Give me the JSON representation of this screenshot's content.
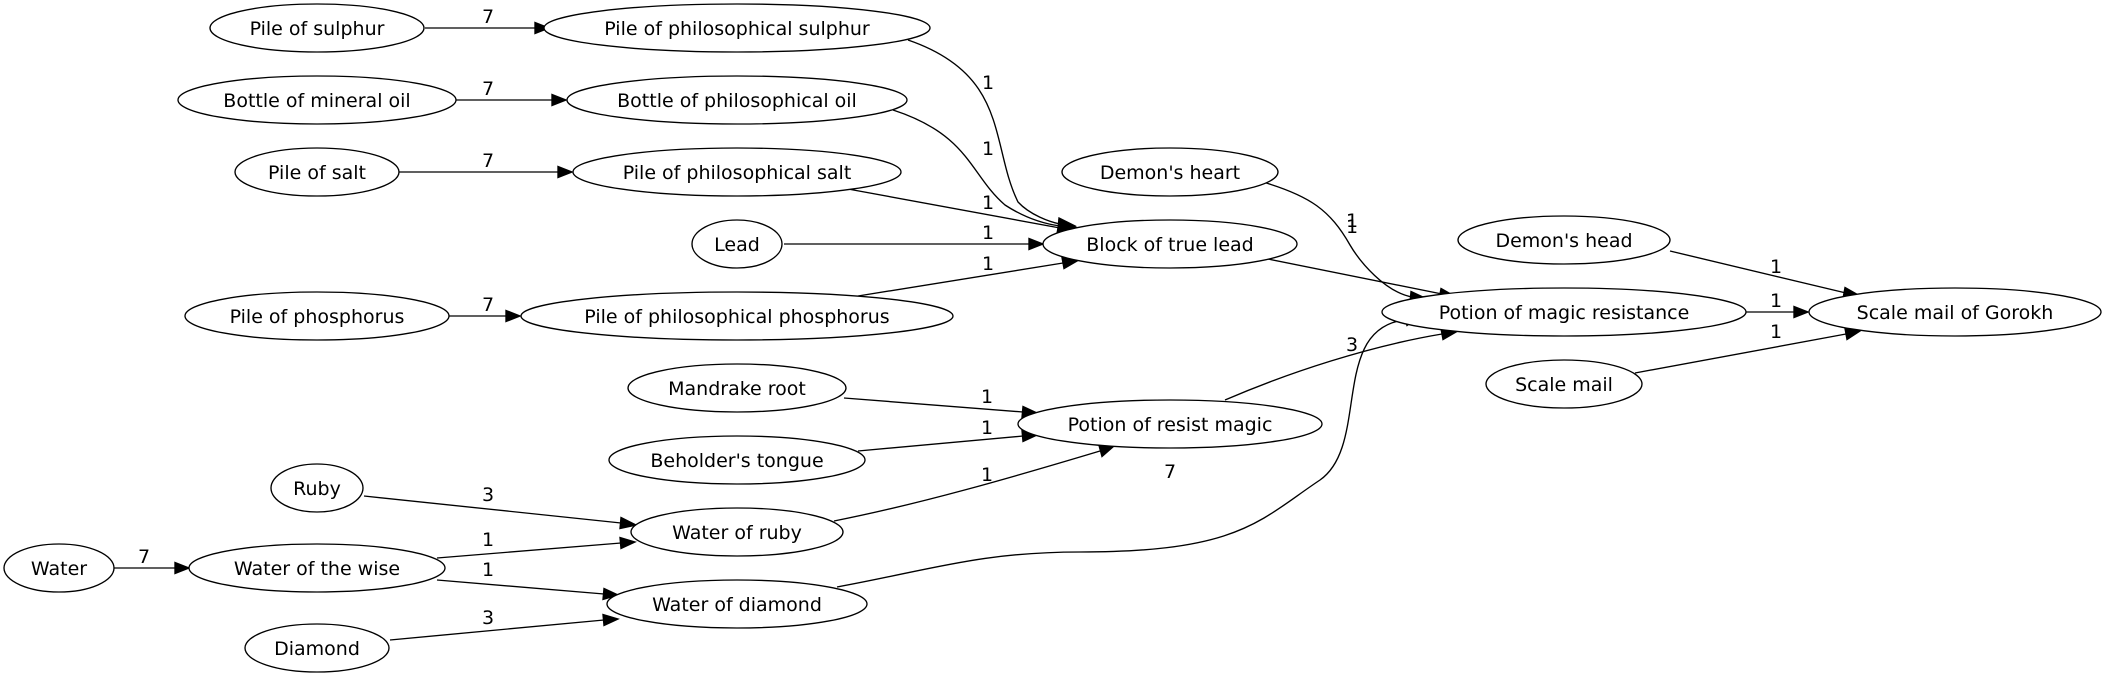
{
  "nodes": {
    "sulphur": "Pile of sulphur",
    "phil_sulphur": "Pile of philosophical sulphur",
    "mineral_oil": "Bottle of mineral oil",
    "phil_oil": "Bottle of philosophical oil",
    "salt": "Pile of salt",
    "phil_salt": "Pile of philosophical salt",
    "lead": "Lead",
    "true_lead": "Block of true lead",
    "phosphorus": "Pile of phosphorus",
    "phil_phosphorus": "Pile of philosophical phosphorus",
    "demons_heart": "Demon's heart",
    "demons_head": "Demon's head",
    "potion_mr": "Potion of magic resistance",
    "scale_mail_gorokh": "Scale mail of Gorokh",
    "scale_mail": "Scale mail",
    "mandrake": "Mandrake root",
    "beholder": "Beholder's tongue",
    "potion_rm": "Potion of resist magic",
    "ruby": "Ruby",
    "water_ruby": "Water of ruby",
    "water": "Water",
    "water_wise": "Water of the wise",
    "water_diamond": "Water of diamond",
    "diamond": "Diamond"
  },
  "edges": [
    {
      "from": "sulphur",
      "to": "phil_sulphur",
      "label": "7"
    },
    {
      "from": "mineral_oil",
      "to": "phil_oil",
      "label": "7"
    },
    {
      "from": "salt",
      "to": "phil_salt",
      "label": "7"
    },
    {
      "from": "phosphorus",
      "to": "phil_phosphorus",
      "label": "7"
    },
    {
      "from": "phil_sulphur",
      "to": "true_lead",
      "label": "1"
    },
    {
      "from": "phil_oil",
      "to": "true_lead",
      "label": "1"
    },
    {
      "from": "phil_salt",
      "to": "true_lead",
      "label": "1"
    },
    {
      "from": "lead",
      "to": "true_lead",
      "label": "1"
    },
    {
      "from": "phil_phosphorus",
      "to": "true_lead",
      "label": "1"
    },
    {
      "from": "demons_heart",
      "to": "potion_mr",
      "label": "1"
    },
    {
      "from": "true_lead",
      "to": "potion_mr",
      "label": "1"
    },
    {
      "from": "potion_rm",
      "to": "potion_mr",
      "label": "3"
    },
    {
      "from": "water_diamond",
      "to": "potion_mr",
      "label": "7"
    },
    {
      "from": "demons_head",
      "to": "scale_mail_gorokh",
      "label": "1"
    },
    {
      "from": "potion_mr",
      "to": "scale_mail_gorokh",
      "label": "1"
    },
    {
      "from": "scale_mail",
      "to": "scale_mail_gorokh",
      "label": "1"
    },
    {
      "from": "mandrake",
      "to": "potion_rm",
      "label": "1"
    },
    {
      "from": "beholder",
      "to": "potion_rm",
      "label": "1"
    },
    {
      "from": "water_ruby",
      "to": "potion_rm",
      "label": "1"
    },
    {
      "from": "ruby",
      "to": "water_ruby",
      "label": "3"
    },
    {
      "from": "water_wise",
      "to": "water_ruby",
      "label": "1"
    },
    {
      "from": "water",
      "to": "water_wise",
      "label": "7"
    },
    {
      "from": "water_wise",
      "to": "water_diamond",
      "label": "1"
    },
    {
      "from": "diamond",
      "to": "water_diamond",
      "label": "3"
    }
  ]
}
